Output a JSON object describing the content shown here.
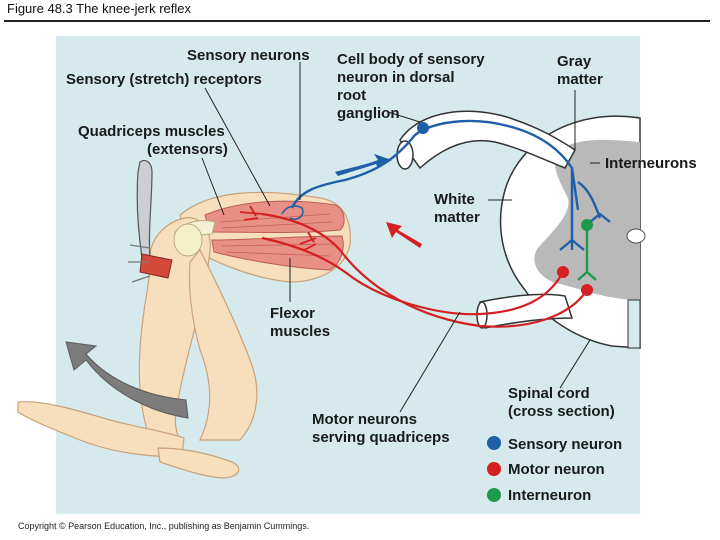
{
  "title": "Figure 48.3  The knee-jerk reflex",
  "labels": {
    "sensory_neurons": "Sensory neurons",
    "stretch_receptors": "Sensory (stretch) receptors",
    "quadriceps_1": "Quadriceps muscles",
    "quadriceps_2": "(extensors)",
    "cell_body_1": "Cell body of sensory",
    "cell_body_2": "neuron in dorsal",
    "cell_body_3": "root",
    "cell_body_4": "ganglion",
    "gray_matter_1": "Gray",
    "gray_matter_2": "matter",
    "interneurons": "Interneurons",
    "white_matter_1": "White",
    "white_matter_2": "matter",
    "flexor_1": "Flexor",
    "flexor_2": "muscles",
    "spinal_cord_1": "Spinal cord",
    "spinal_cord_2": "(cross section)",
    "motor_serving_1": "Motor neurons",
    "motor_serving_2": "serving quadriceps"
  },
  "legend": [
    {
      "label": "Sensory neuron",
      "color": "#1f5fa8"
    },
    {
      "label": "Motor neuron",
      "color": "#d42020"
    },
    {
      "label": "Interneuron",
      "color": "#1a9a4a"
    }
  ],
  "colors": {
    "panel": "#d6eaee",
    "sensory": "#1f5fa8",
    "motor": "#d42020",
    "interneuron": "#1a9a4a",
    "skin": "#f7dfbe",
    "muscle": "#e88f86",
    "gray_matter": "#b9b9b9",
    "arrow_gray": "#7c7c7c"
  },
  "copyright": "Copyright © Pearson Education, Inc., publishing as Benjamin Cummings."
}
